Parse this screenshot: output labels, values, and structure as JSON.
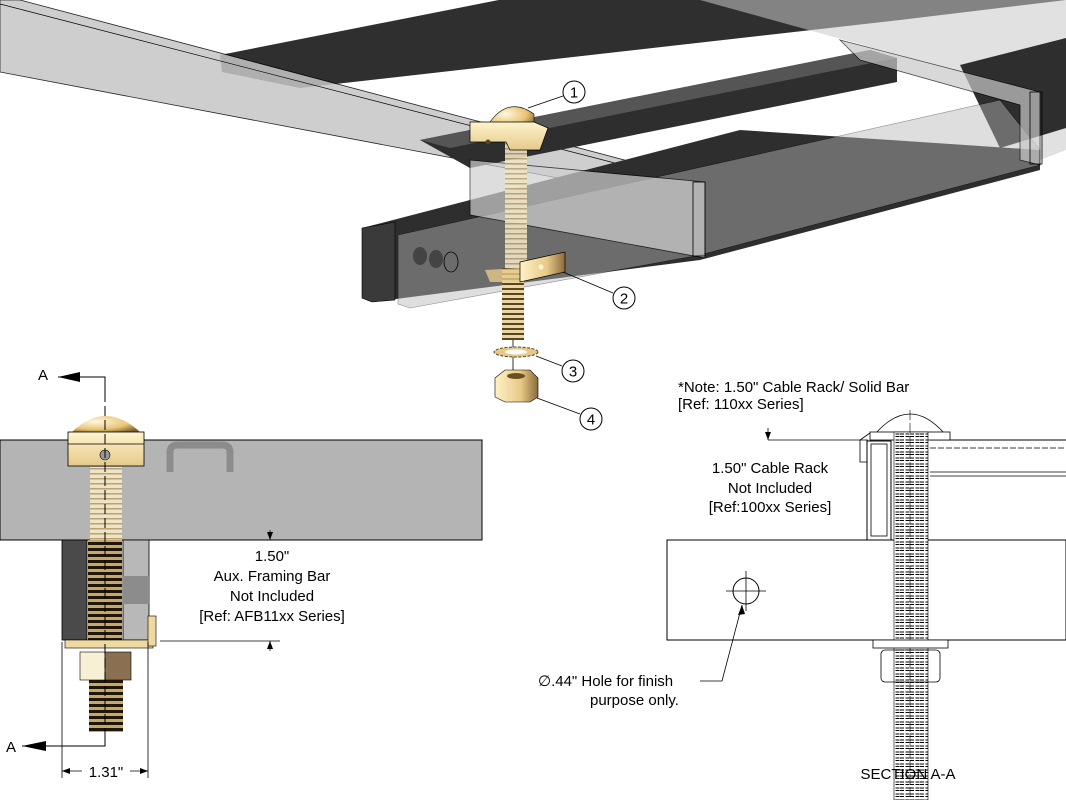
{
  "diagram": {
    "type": "exploded-assembly-drawing",
    "balloons": [
      {
        "id": 1,
        "label": "1",
        "part": "dome-head-bolt-with-clip"
      },
      {
        "id": 2,
        "label": "2",
        "part": "clip-bracket"
      },
      {
        "id": 3,
        "label": "3",
        "part": "lock-washer"
      },
      {
        "id": 4,
        "label": "4",
        "part": "hex-nut"
      }
    ],
    "section_marker": "A",
    "left_view": {
      "aux_bar_note": [
        "1.50\"",
        "Aux. Framing Bar",
        "Not Included",
        "[Ref: AFB11xx Series]"
      ],
      "width_dimension": "1.31\""
    },
    "section_view": {
      "note_lines": [
        "*Note: 1.50\" Cable Rack/ Solid Bar",
        "[Ref: 110xx Series]"
      ],
      "cable_rack_note": [
        "1.50\" Cable Rack",
        "Not Included",
        "[Ref:100xx Series]"
      ],
      "hole_note": [
        "∅.44\" Hole for finish",
        "purpose only."
      ],
      "title": "SECTION A-A"
    },
    "colors": {
      "brass_light": "#f5dfa0",
      "brass_dark": "#8a6a3a",
      "bar_gray": "#b4b4b4",
      "bar_dark": "#2e2e2e"
    }
  }
}
